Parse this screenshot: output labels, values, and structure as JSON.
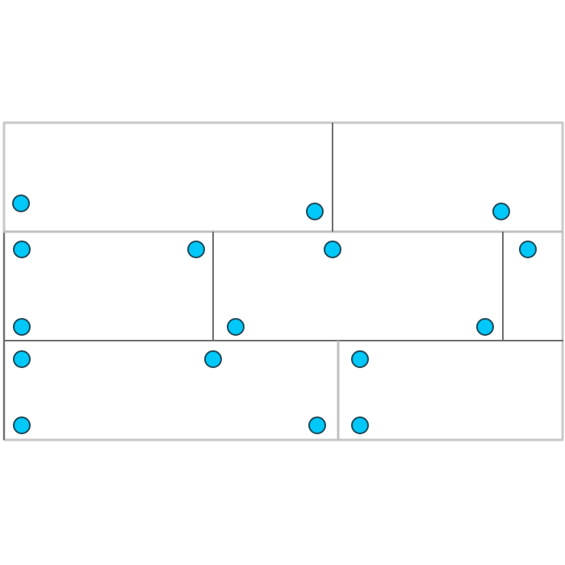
{
  "diagram": {
    "kind": "rectangular-partition-with-points",
    "region_count": 7,
    "point_count": 16,
    "colors": {
      "background": "#ffffff",
      "frame": "#c8c8c8",
      "divider_dark": "#6e6e6e",
      "divider_light": "#c0c0c0",
      "point_fill": "#00c8f8",
      "point_stroke": "#1e4a5a"
    }
  }
}
